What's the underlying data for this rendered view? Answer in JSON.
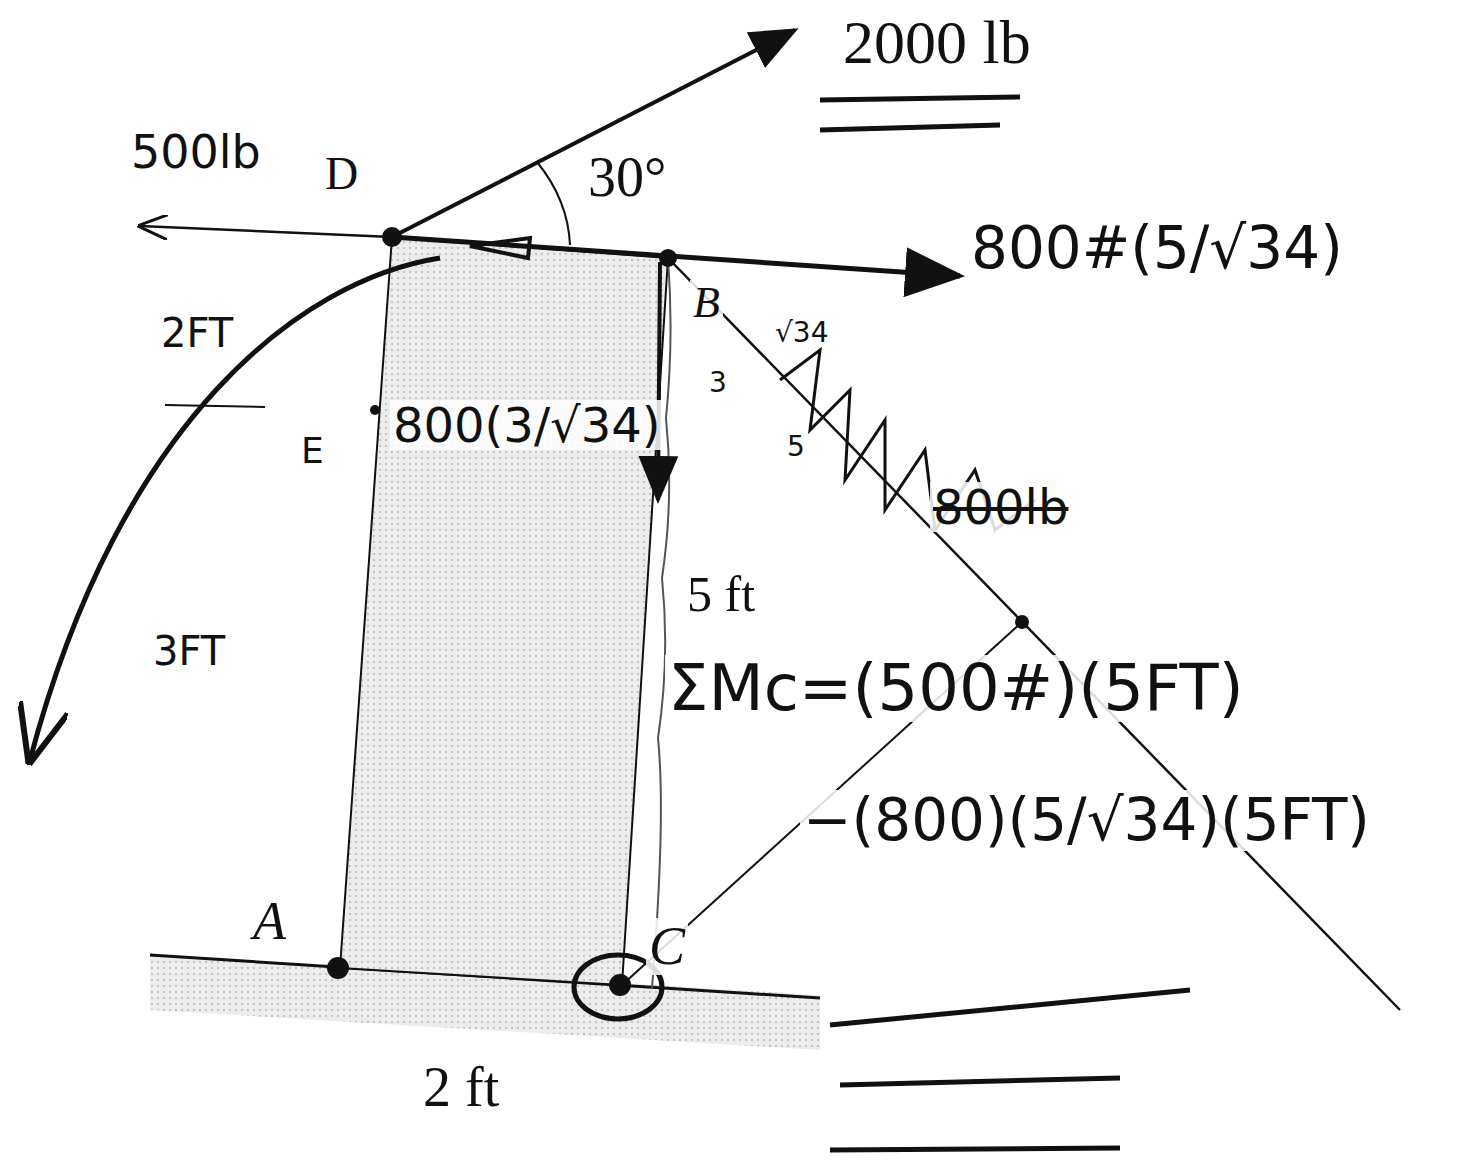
{
  "diagram": {
    "labels": [
      "2000 lb",
      "500lb",
      "D",
      "30°",
      "800#(5/√34)",
      "B",
      "2FT",
      "E",
      "800(3/√34)",
      "3",
      "√34",
      "5",
      "800lb",
      "5 ft",
      "3FT",
      "ΣMc=(500#)(5FT)",
      "−(800)(5/√34)(5FT)",
      "A",
      "C",
      "2 ft"
    ]
  }
}
